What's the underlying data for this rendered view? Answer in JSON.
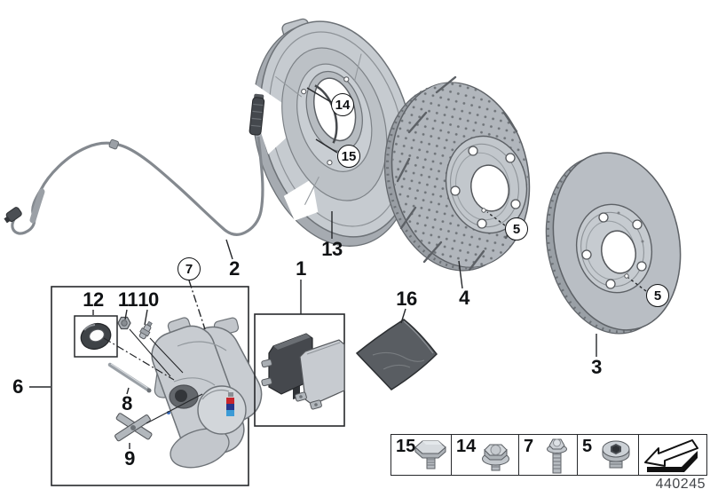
{
  "callouts": {
    "n1": "1",
    "n2": "2",
    "n3": "3",
    "n4": "4",
    "n6": "6",
    "n8": "8",
    "n9": "9",
    "n10": "10",
    "n11": "11",
    "n12": "12",
    "n13": "13",
    "n16": "16",
    "c5a": "5",
    "c5b": "5",
    "c7": "7",
    "c14": "14",
    "c15": "15"
  },
  "legend": {
    "items": [
      {
        "num": "15",
        "icon": "hex-bolt-icon"
      },
      {
        "num": "14",
        "icon": "flange-hex-bolt-icon"
      },
      {
        "num": "7",
        "icon": "long-flange-bolt-icon"
      },
      {
        "num": "5",
        "icon": "socket-plug-screw-icon"
      }
    ],
    "arrow_icon": "direction-arrow-icon"
  },
  "footer": {
    "diagram_number": "440245"
  },
  "colors": {
    "line": "#2c2e31",
    "part_light": "#c9cdd2",
    "part_mid": "#aeb3b9",
    "part_edge": "#9aa0a6",
    "part_dark": "#595d62",
    "pad_dark": "#45484d",
    "m_red": "#c8252c",
    "m_navy": "#27368c",
    "m_blue": "#3c9bd6"
  }
}
